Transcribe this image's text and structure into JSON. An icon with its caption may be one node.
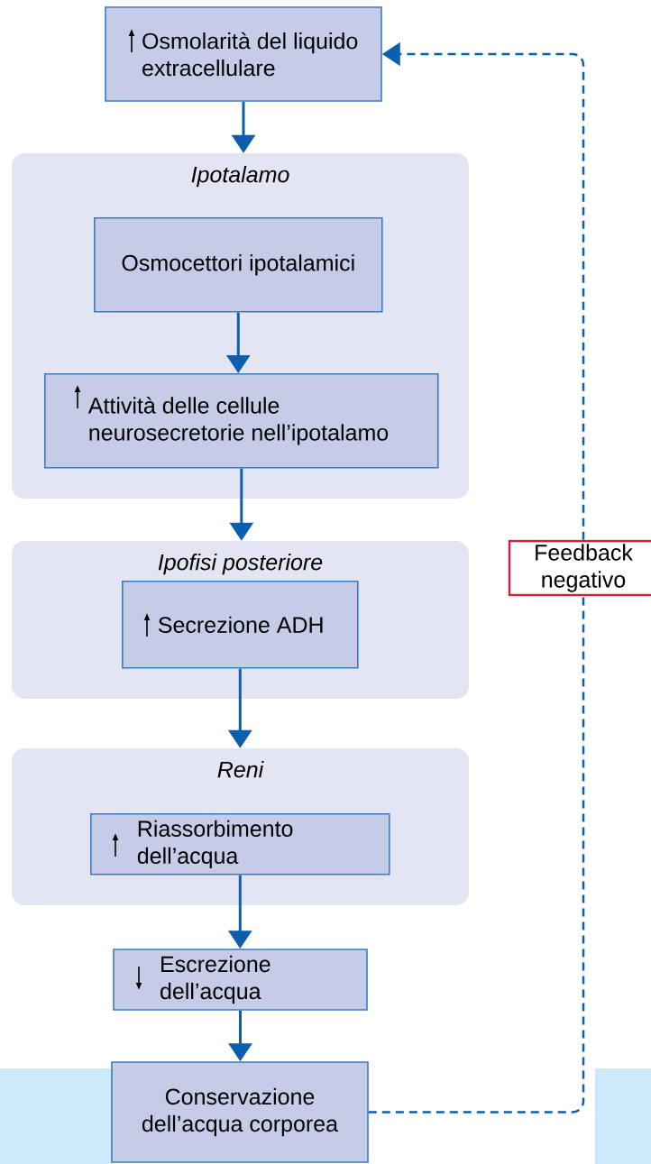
{
  "diagram": {
    "nodes": [
      {
        "text": [
          "Osmolarità del liquido extracellulare"
        ]
      },
      {
        "text": [
          "Ipotalamo"
        ]
      },
      {
        "text": [
          "Osmocettori ipotalamici"
        ],
        "in": 1
      },
      {
        "text": [
          "Attività delle cellule neurosecretorie nell’ipotalamo"
        ],
        "in": 1
      },
      {
        "text": [
          "Ipofisi posteriore"
        ]
      },
      {
        "text": [
          "Secrezione ADH"
        ],
        "in": 4
      },
      {
        "text": [
          "Reni"
        ]
      },
      {
        "text": [
          "Riassorbimento dell’acqua"
        ],
        "in": 6
      },
      {
        "text": [
          "Escrezione dell’acqua"
        ]
      },
      {
        "text": [
          "Conservazione dell’acqua corporea"
        ]
      },
      {
        "text": [
          "Feedback negativo"
        ]
      }
    ],
    "edges": [
      {
        "from": 0,
        "to": 1,
        "arrow": "to"
      },
      {
        "from": 2,
        "to": 3,
        "arrow": "to"
      },
      {
        "from": 3,
        "to": 4,
        "arrow": "to"
      },
      {
        "from": 5,
        "to": 6,
        "arrow": "to"
      },
      {
        "from": 7,
        "to": 8,
        "arrow": "to"
      },
      {
        "from": 8,
        "to": 9,
        "arrow": "to"
      },
      {
        "from": 9,
        "to": 10,
        "arrow": "none",
        "style": "dashed"
      },
      {
        "from": 10,
        "to": 0,
        "arrow": "to",
        "style": "dashed"
      }
    ]
  }
}
